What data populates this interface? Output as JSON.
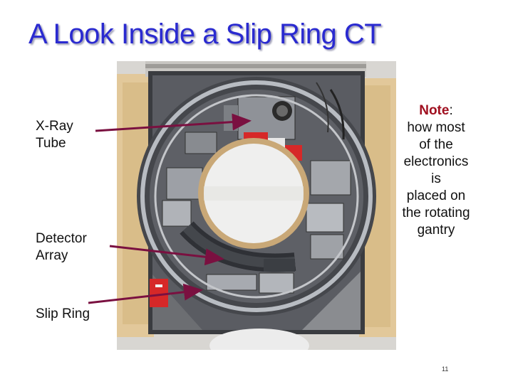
{
  "slide": {
    "title": "A Look Inside a Slip Ring CT",
    "page_number": "11"
  },
  "labels": {
    "xray_line1": "X-Ray",
    "xray_line2": "Tube",
    "detector_line1": "Detector",
    "detector_line2": "Array",
    "slip_ring": "Slip Ring"
  },
  "note": {
    "heading": "Note",
    "colon": ":",
    "line1": "how most",
    "line2": "of the",
    "line3": "electronics",
    "line4": "is",
    "line5": "placed on",
    "line6": "the rotating",
    "line7": "gantry"
  },
  "colors": {
    "title": "#2a2ad0",
    "note_heading": "#a01020",
    "arrow": "#7a1040"
  }
}
